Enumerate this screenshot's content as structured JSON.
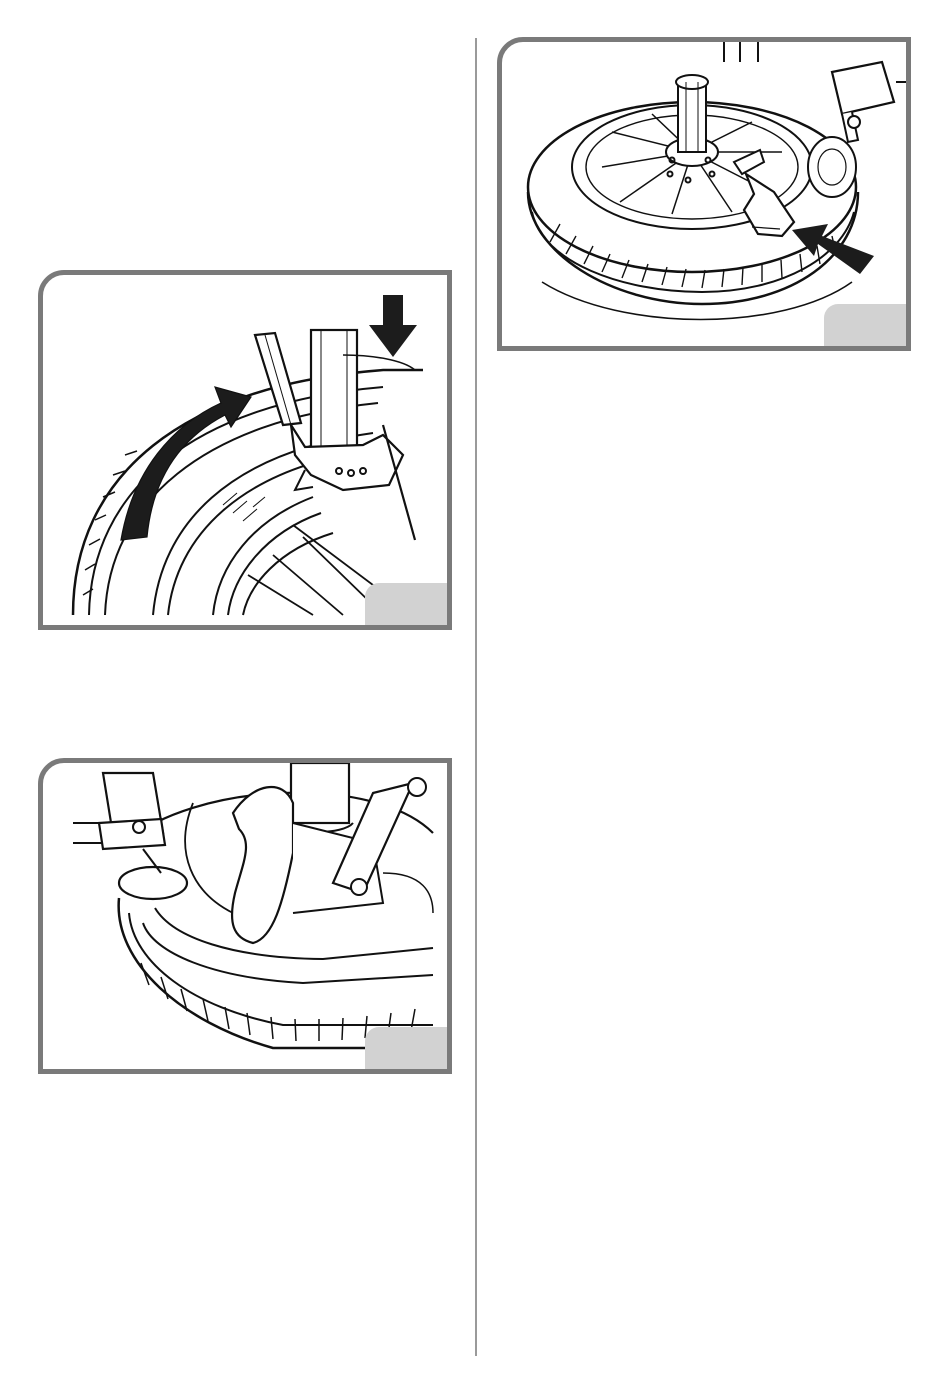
{
  "figures": [
    {
      "id": "fig-a",
      "subject": "tire-rotation-with-mounting-head",
      "icons": [
        "curved-arrow-icon",
        "down-arrow-icon"
      ]
    },
    {
      "id": "fig-b",
      "subject": "mounting-head-with-bead-press-roller",
      "icons": []
    },
    {
      "id": "fig-c",
      "subject": "wheel-on-turntable-with-bead-pusher",
      "icons": [
        "pointer-arrow-icon"
      ]
    }
  ],
  "colors": {
    "frame": "#7a7a7a",
    "tab": "#d2d2d2",
    "divider": "#9a9a9a",
    "ink": "#111111",
    "arrow": "#1a1a1a"
  }
}
